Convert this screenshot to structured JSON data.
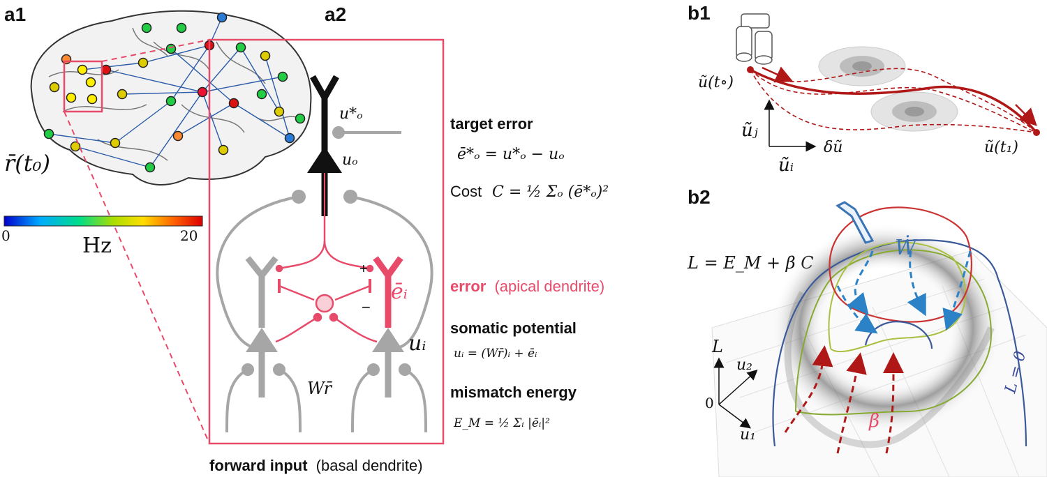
{
  "panels": {
    "a1": "a1",
    "a2": "a2",
    "b1": "b1",
    "b2": "b2"
  },
  "colorbar": {
    "min_label": "0",
    "max_label": "20",
    "unit": "Hz",
    "colors": [
      "#0000cc",
      "#00aaff",
      "#00dd88",
      "#aadd00",
      "#ffdd00",
      "#ff6600",
      "#dd0000"
    ]
  },
  "brain": {
    "rate_label": "r̄(t₀)"
  },
  "circuit": {
    "target_label": "u*ₒ",
    "output_label": "uₒ",
    "error_label": "ēᵢ",
    "soma_label": "uᵢ",
    "input_label": "Wr̄",
    "plus": "+",
    "minus": "−",
    "colors": {
      "error": "#e84a6a",
      "neuron": "#a6a6a6",
      "output": "#111111"
    }
  },
  "equations": {
    "target_error_title": "target error",
    "target_error_eq": "ē*ₒ = u*ₒ − uₒ",
    "cost_word": "Cost",
    "cost_eq": "C = ½ Σₒ (ē*ₒ)²",
    "error_title": "error",
    "error_note": "(apical dendrite)",
    "somatic_title": "somatic potential",
    "somatic_eq": "uᵢ = (Wr̄)ᵢ + ēᵢ",
    "mismatch_title": "mismatch energy",
    "mismatch_eq": "E_M = ½ Σᵢ |ēᵢ|²",
    "forward_title": "forward input",
    "forward_note": "(basal dendrite)"
  },
  "b1": {
    "start_label": "ũ(t∘)",
    "end_label": "ũ(t₁)",
    "axis_y": "ũⱼ",
    "axis_x": "ũᵢ",
    "delta_label": "δũ",
    "colors": {
      "path": "#b01818"
    }
  },
  "b2": {
    "lagrangian_eq": "L = E_M + β C",
    "wdot_label": "Ẇ",
    "beta_label": "β",
    "axis_L": "L",
    "axis_u2": "u₂",
    "axis_u1": "u₁",
    "origin": "0",
    "zero_contour": "L = 0",
    "colors": {
      "contour_outer": "#3a5a9a",
      "contour_mid": "#88aa33",
      "contour_top": "#cc3333",
      "arrows_blue": "#2b82c6",
      "arrows_red": "#b01818"
    }
  }
}
